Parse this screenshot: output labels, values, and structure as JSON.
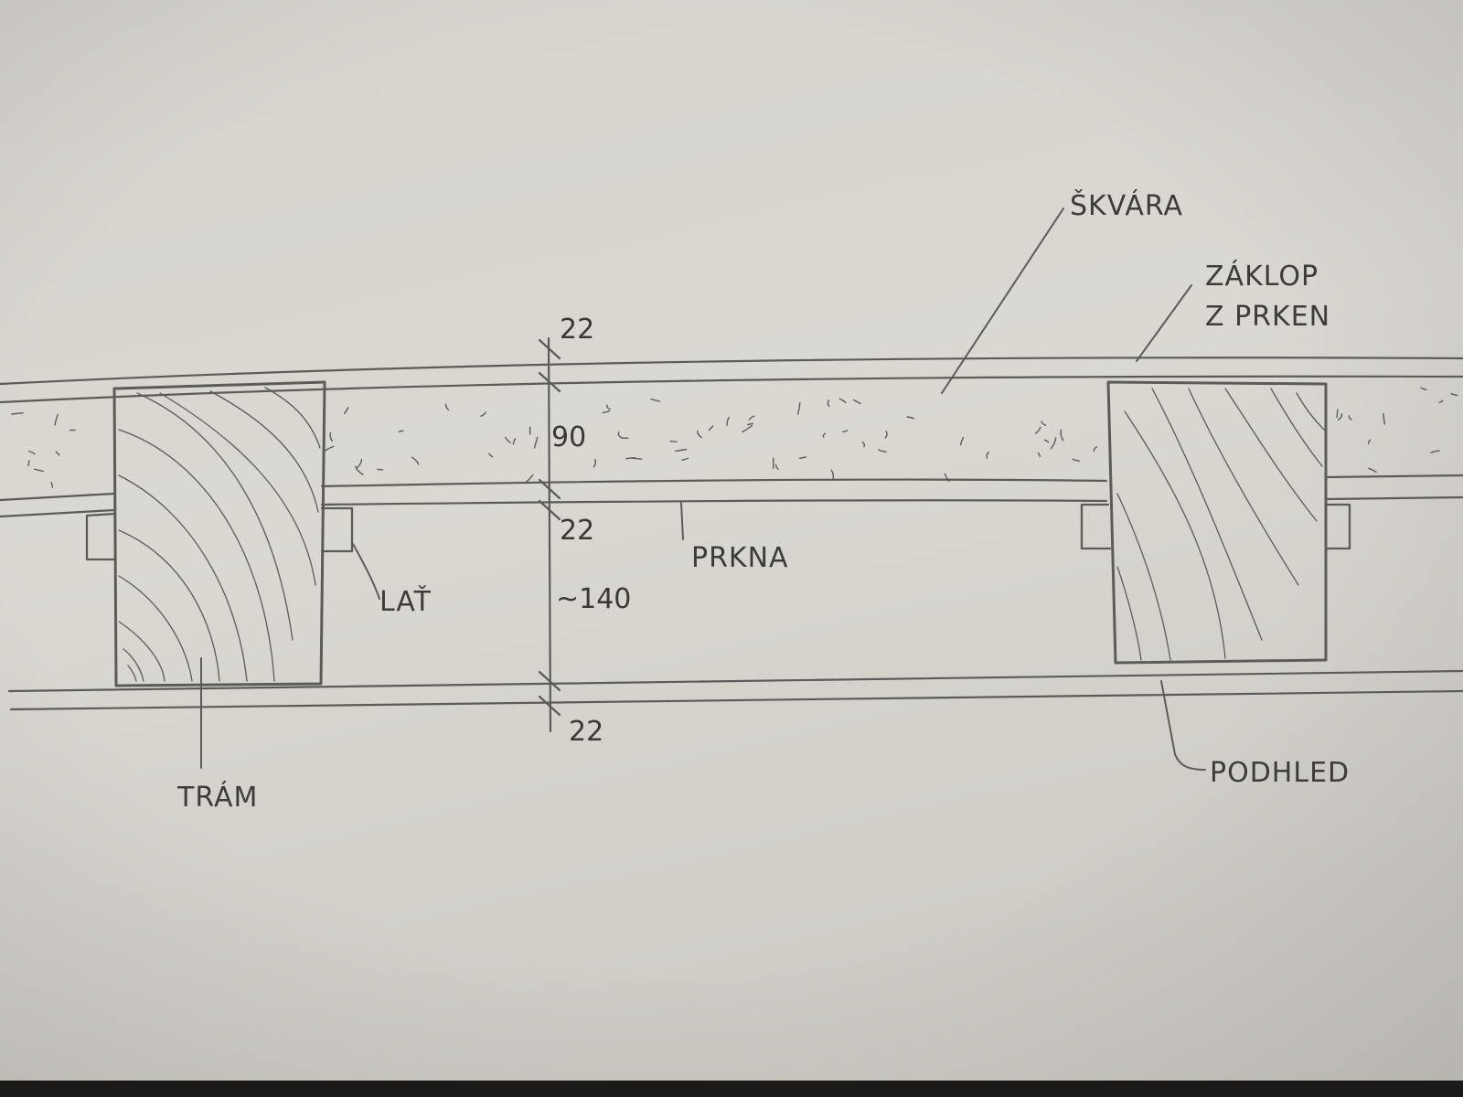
{
  "colors": {
    "paper": "#d8d5cf",
    "pencil": "#5d5b57",
    "text": "#3e3c39",
    "edge": "#1c1a18"
  },
  "labels": {
    "skvara": "ŠKVÁRA",
    "zaklop_line1": "ZÁKLOP",
    "zaklop_line2": "Z PRKEN",
    "prkna": "PRKNA",
    "lat": "LAŤ",
    "tram": "TRÁM",
    "podhled": "PODHLED"
  },
  "dimensions": {
    "top": "22",
    "fill": "90",
    "boards": "22",
    "cavity": "~140",
    "bottom": "22"
  }
}
